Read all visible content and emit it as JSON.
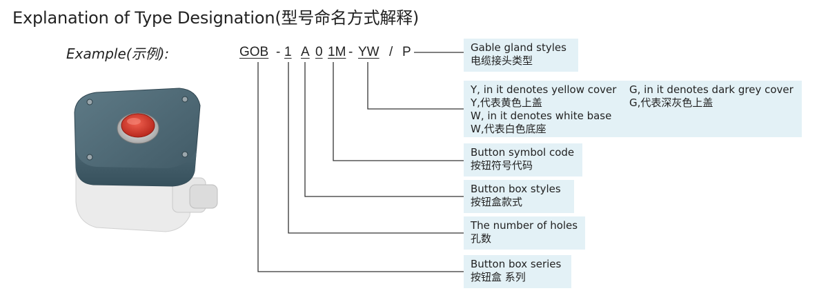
{
  "title": "Explanation of Type Designation(型号命名方式解释)",
  "example_label": "Example(示例):",
  "code": {
    "gob": "GOB",
    "dash1": "-",
    "one": "1",
    "a": "A",
    "zero": "0",
    "onem": "1M",
    "dash2": "-",
    "yw": "YW",
    "slash": "/",
    "p": "P"
  },
  "boxes": {
    "gland": {
      "en": "Gable gland styles",
      "cn": "电缆接头类型"
    },
    "cover": {
      "line1": "Y, in it denotes yellow cover",
      "line2": "Y,代表黄色上盖",
      "line3": "W, in it denotes white base",
      "line4": "W,代表白色底座",
      "line5": "G, in it denotes dark grey cover",
      "line6": "G,代表深灰色上盖"
    },
    "symbol": {
      "en": "Button symbol code",
      "cn": "按钮符号代码"
    },
    "boxstyle": {
      "en": "Button box styles",
      "cn": "按钮盒款式"
    },
    "holes": {
      "en": "The number of holes",
      "cn": "孔数"
    },
    "series": {
      "en": "Button box series",
      "cn": "按钮盒 系列"
    }
  },
  "colors": {
    "box_fill": "#e3f1f6",
    "device_top": "#4d6874",
    "device_base": "#ececec",
    "button_red": "#d83a2e"
  }
}
